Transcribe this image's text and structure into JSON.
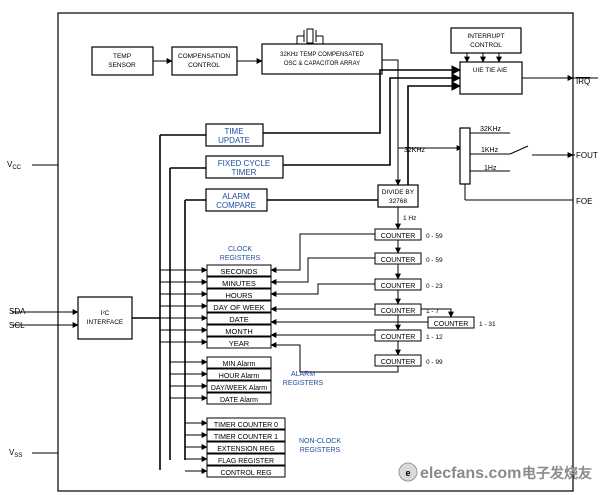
{
  "blocks": {
    "temp_sensor": [
      "TEMP",
      "SENSOR"
    ],
    "compensation": [
      "COMPENSATION",
      "CONTROL"
    ],
    "osc": [
      "32KHz TEMP COMPENSATED",
      "OSC & CAPACITOR ARRAY"
    ],
    "interrupt": [
      "INTERRUPT",
      "CONTROL"
    ],
    "uie_tie_aie": "UIE TIE AIE",
    "divider": [
      "DIVIDE BY",
      "32768"
    ],
    "i2c": [
      "I²C",
      "INTERFACE"
    ],
    "time_update": [
      "TIME",
      "UPDATE"
    ],
    "fixed_cycle": [
      "FIXED CYCLE",
      "TIMER"
    ],
    "alarm_compare": [
      "ALARM",
      "COMPARE"
    ]
  },
  "pins": {
    "vcc": "V",
    "vcc_sub": "CC",
    "vss": "V",
    "vss_sub": "SS",
    "sda": "SDA",
    "scl": "SCL",
    "irq": "IRQ",
    "fout": "FOUT",
    "foe": "FOE"
  },
  "freq": {
    "khz32_line": "32KHz",
    "sw_32k": "32KHz",
    "sw_1k": "1KHz",
    "sw_1h": "1Hz",
    "one_hz": "1 Hz"
  },
  "clock_registers": {
    "heading": [
      "CLOCK",
      "REGISTERS"
    ],
    "items": [
      "SECONDS",
      "MINUTES",
      "HOURS",
      "DAY OF WEEK",
      "DATE",
      "MONTH",
      "YEAR"
    ]
  },
  "counters": [
    {
      "label": "COUNTER",
      "range": "0 - 59"
    },
    {
      "label": "COUNTER",
      "range": "0 - 59"
    },
    {
      "label": "COUNTER",
      "range": "0 - 23"
    },
    {
      "label": "COUNTER",
      "range": "1 - 7"
    },
    {
      "label": "COUNTER",
      "range": "1 - 31"
    },
    {
      "label": "COUNTER",
      "range": "1 - 12"
    },
    {
      "label": "COUNTER",
      "range": "0 - 99"
    }
  ],
  "alarm_registers": {
    "heading": [
      "ALARM",
      "REGISTERS"
    ],
    "items": [
      "MIN Alarm",
      "HOUR Alarm",
      "DAY/WEEK Alarm",
      "DATE Alarm"
    ]
  },
  "nonclock_registers": {
    "heading": [
      "NON-CLOCK",
      "REGISTERS"
    ],
    "items": [
      "TIMER COUNTER 0",
      "TIMER COUNTER 1",
      "EXTENSION REG",
      "FLAG REGISTER",
      "CONTROL REG"
    ]
  },
  "watermark": {
    "site": "elecfans.com",
    "cn": "电子发烧友"
  }
}
